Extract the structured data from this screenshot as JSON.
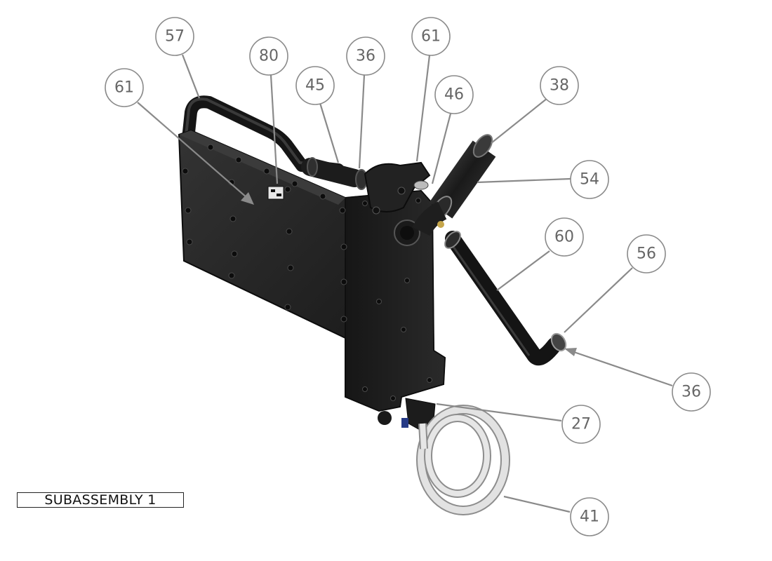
{
  "drawing": {
    "subassembly_label": "SUBASSEMBLY 1",
    "balloons": [
      {
        "id": "b57a",
        "label": "57"
      },
      {
        "id": "b61a",
        "label": "61"
      },
      {
        "id": "b80",
        "label": "80"
      },
      {
        "id": "b45",
        "label": "45"
      },
      {
        "id": "b36a",
        "label": "36"
      },
      {
        "id": "b61b",
        "label": "61"
      },
      {
        "id": "b46",
        "label": "46"
      },
      {
        "id": "b38",
        "label": "38"
      },
      {
        "id": "b54",
        "label": "54"
      },
      {
        "id": "b60",
        "label": "60"
      },
      {
        "id": "b56",
        "label": "56"
      },
      {
        "id": "b36b",
        "label": "36"
      },
      {
        "id": "b27",
        "label": "27"
      },
      {
        "id": "b41",
        "label": "41"
      }
    ],
    "colors": {
      "part_dark": "#1e1e1e",
      "part_mid": "#2c2c2c",
      "balloon_stroke": "#8a8a8a",
      "hose_clear": "#d4d4d4"
    }
  }
}
